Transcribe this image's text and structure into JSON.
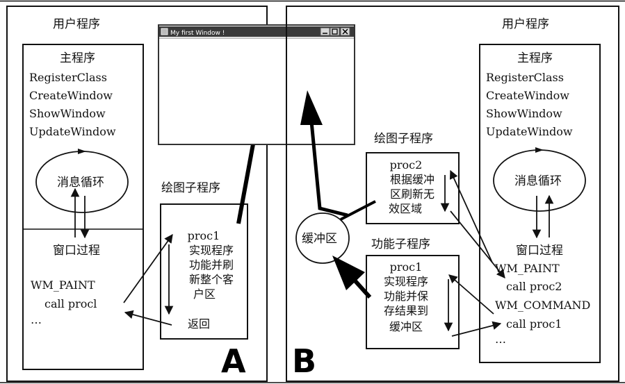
{
  "panel_a": {
    "user_program": "用户程序",
    "main_program": "主程序",
    "calls": [
      "RegisterClass",
      "CreateWindow",
      "ShowWindow",
      "UpdateWindow"
    ],
    "message_loop": "消息循环",
    "window_proc": "窗口过程",
    "wm_paint": "WM_PAINT",
    "call_proc1": "call procl",
    "ellipsis": "…",
    "draw_sub_label": "绘图子程序",
    "draw_sub_lines": [
      "proc1",
      "实现程序",
      "功能并刷",
      "新整个客",
      "户区"
    ],
    "return_label": "返回",
    "letter": "A"
  },
  "window": {
    "title": "My first Window !"
  },
  "panel_b": {
    "user_program": "用户程序",
    "main_program": "主程序",
    "calls": [
      "RegisterClass",
      "CreateWindow",
      "ShowWindow",
      "UpdateWindow"
    ],
    "message_loop": "消息循环",
    "window_proc": "窗口过程",
    "wm_paint": "WM_PAINT",
    "call_proc2": "call proc2",
    "wm_command": "WM_COMMAND",
    "call_proc1": "call proc1",
    "ellipsis": "…",
    "draw_sub_label": "绘图子程序",
    "draw_sub_lines": [
      "proc2",
      "根据缓冲",
      "区刷新无",
      "效区域"
    ],
    "func_sub_label": "功能子程序",
    "func_sub_lines": [
      "proc1",
      "实现程序",
      "功能并保",
      "存结果到",
      "缓冲区"
    ],
    "buffer": "缓冲区",
    "letter": "B"
  }
}
